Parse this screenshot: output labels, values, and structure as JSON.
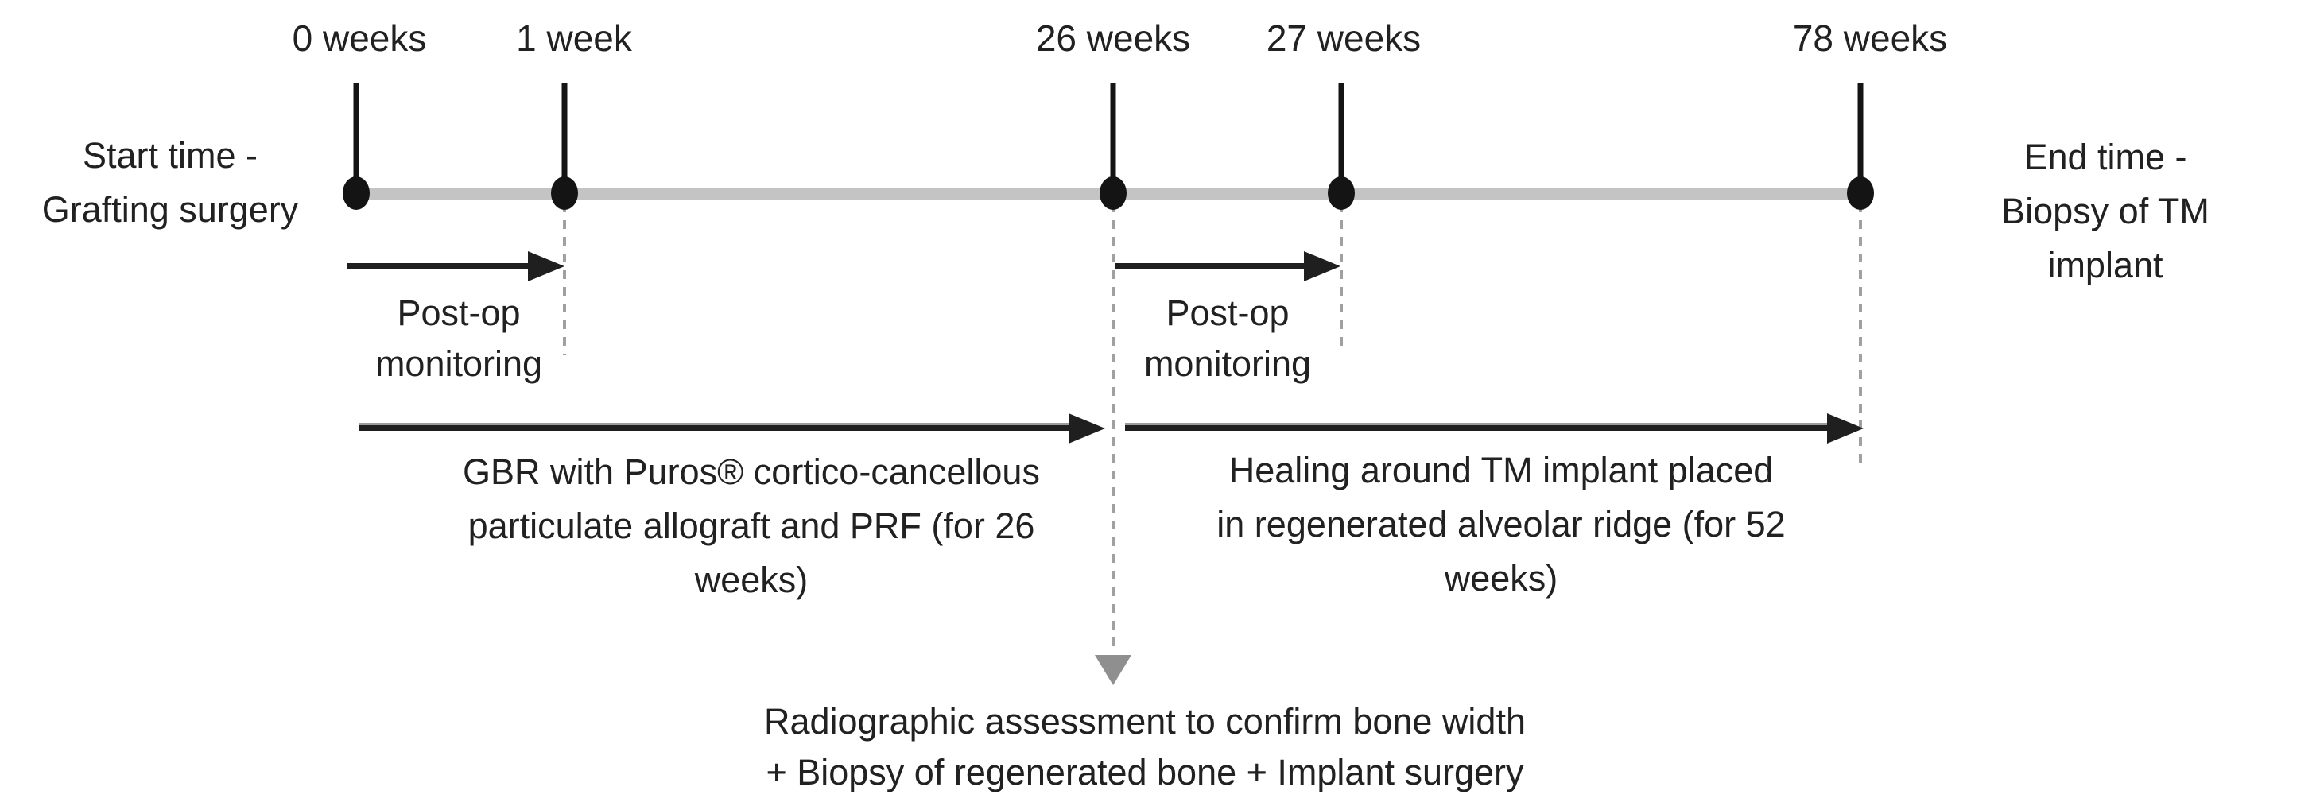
{
  "diagram": {
    "title_none": "",
    "markers": [
      {
        "label": "0 weeks"
      },
      {
        "label": "1 week"
      },
      {
        "label": "26 weeks"
      },
      {
        "label": "27 weeks"
      },
      {
        "label": "78 weeks"
      }
    ],
    "start_label": "Start time -\nGrafting surgery",
    "end_label": "End time -\nBiopsy of TM implant",
    "postop_1": {
      "label": "Post-op\nmonitoring"
    },
    "postop_2": {
      "label": "Post-op\nmonitoring"
    },
    "phase_1": {
      "label": "GBR with Puros® cortico-cancellous\nparticulate allograft and PRF (for 26\nweeks)"
    },
    "phase_2": {
      "label": "Healing around TM implant placed\nin regenerated alveolar ridge (for 52\nweeks)"
    },
    "event_26_weeks": {
      "label": "Radiographic assessment to confirm bone width\n+ Biopsy of regenerated bone + Implant surgery"
    },
    "colors": {
      "background": "#ffffff",
      "timeline_bar": "#c4c4c4",
      "marker": "#141414",
      "arrow": "#1f1f1f",
      "dashed_line": "#a0a0a0",
      "down_arrowhead": "#8f8f8f",
      "text": "#212121"
    }
  }
}
